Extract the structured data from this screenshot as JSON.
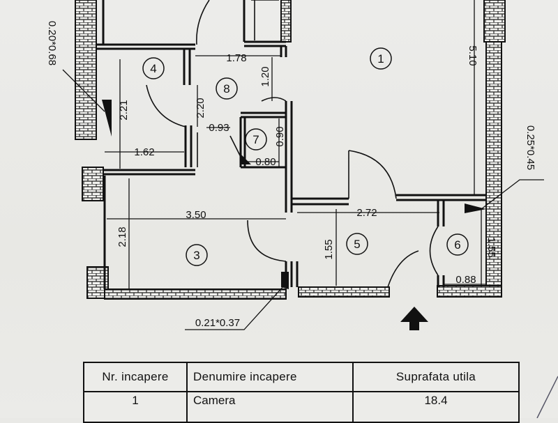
{
  "plan": {
    "dimensions": {
      "d_178": "1.78",
      "d_510": "5.10",
      "d_120": "1.20",
      "d_221": "2.21",
      "d_220": "2.20",
      "d_093": "0.93",
      "d_090": "0.90",
      "d_162": "1.62",
      "d_080": "0.80",
      "d_350": "3.50",
      "d_272": "2.72",
      "d_218": "2.18",
      "d_155a": "1.55",
      "d_155b": "1.55",
      "d_088": "0.88"
    },
    "rooms": {
      "r1": "1",
      "r3": "3",
      "r4": "4",
      "r5": "5",
      "r6": "6",
      "r7": "7",
      "r8": "8"
    },
    "ducts": {
      "top_left": "0.20*0.68",
      "right": "0.25*0.45",
      "bottom": "0.21*0.37"
    }
  },
  "table": {
    "headers": [
      "Nr. incapere",
      "Denumire  incapere",
      "Suprafata utila"
    ],
    "rows": [
      [
        "1",
        "Camera",
        "18.4"
      ]
    ]
  }
}
